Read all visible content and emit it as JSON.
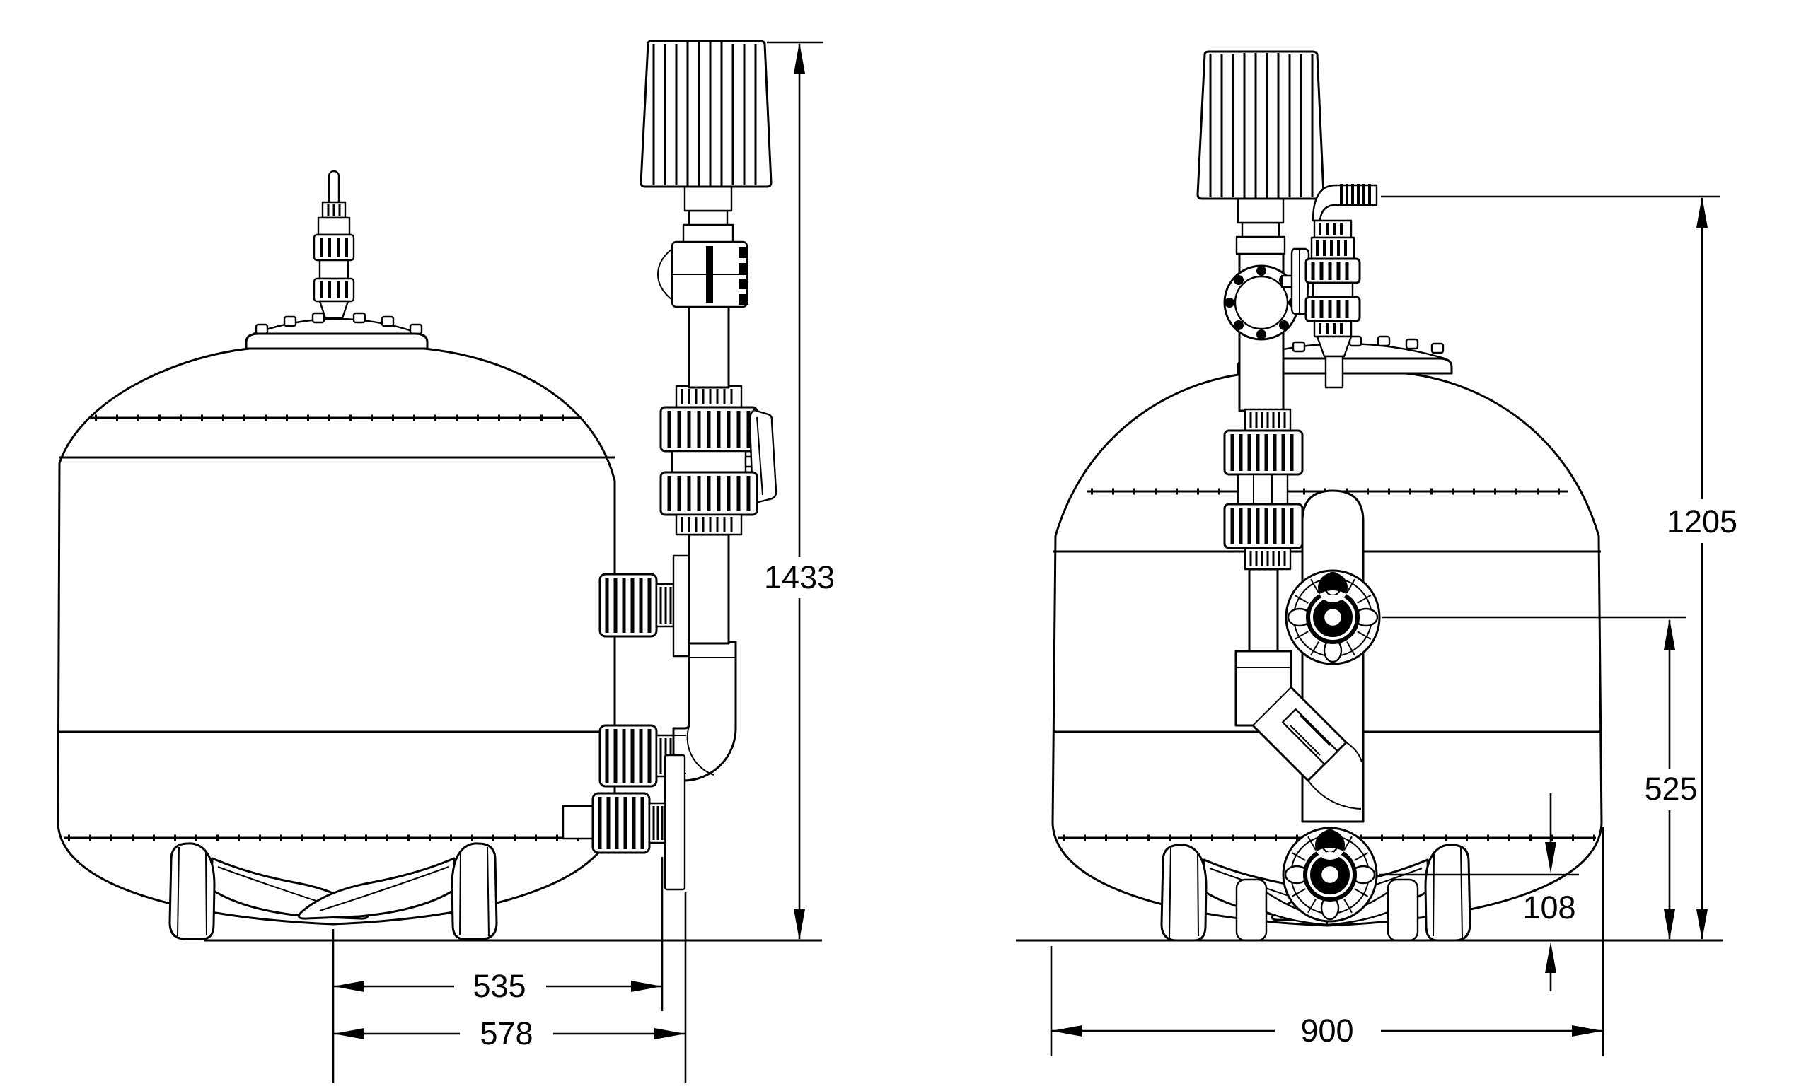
{
  "page": {
    "type": "technical dimension drawing",
    "background_color": "#ffffff",
    "line_color": "#000000",
    "description": "Two orthographic views of a sand media filter tank with top-mounted ribbed valve cap, ball valve piping, union fittings, bolted port flanges, support legs and dimension annotations in millimetres"
  },
  "views": {
    "side": {
      "label": "side view",
      "dims": {
        "overall_height": "1433",
        "center_to_drain_face": "535",
        "center_to_flange_face": "578"
      }
    },
    "front": {
      "label": "front view",
      "dims": {
        "drain_hose_height": "1205",
        "upper_port_center_height": "525",
        "lower_port_center_height": "108",
        "tank_width": "900"
      }
    }
  }
}
